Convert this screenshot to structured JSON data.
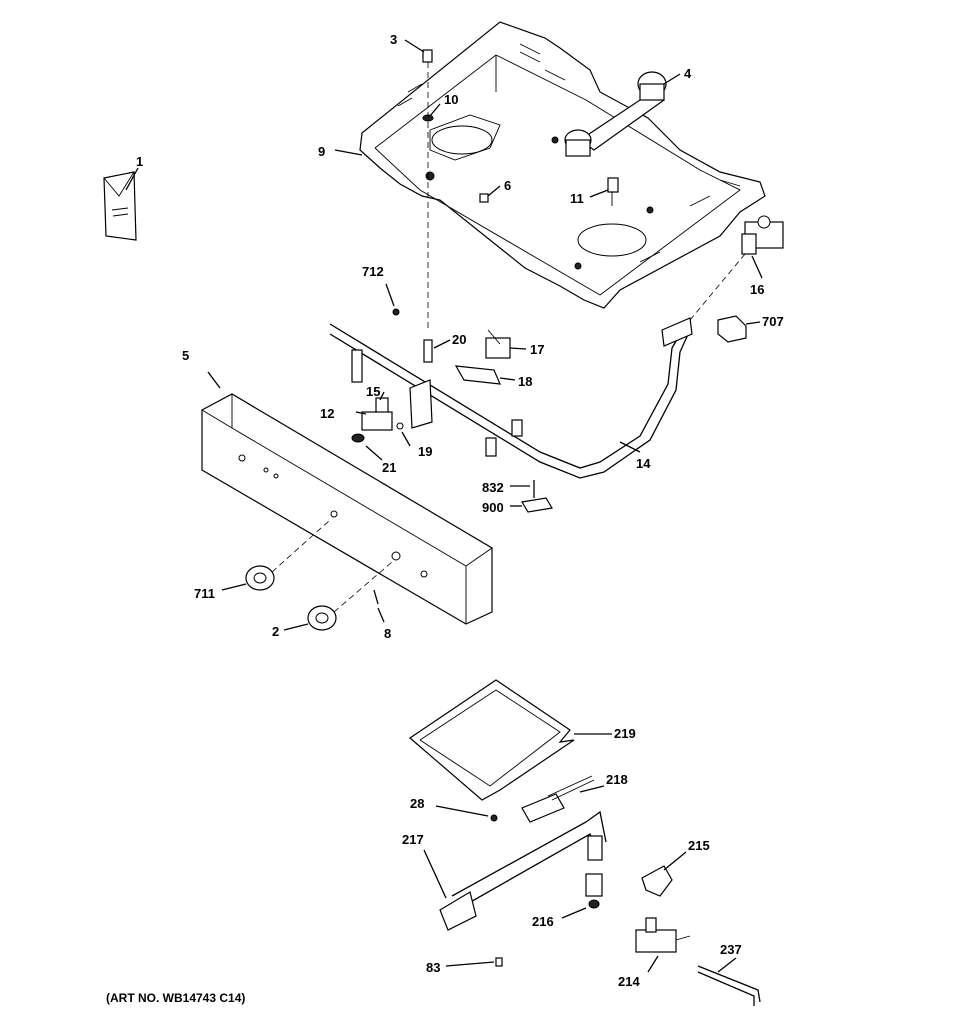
{
  "callouts": [
    {
      "id": "c1",
      "text": "1"
    },
    {
      "id": "c3",
      "text": "3"
    },
    {
      "id": "c4",
      "text": "4"
    },
    {
      "id": "c10",
      "text": "10"
    },
    {
      "id": "c9",
      "text": "9"
    },
    {
      "id": "c6",
      "text": "6"
    },
    {
      "id": "c11",
      "text": "11"
    },
    {
      "id": "c16",
      "text": "16"
    },
    {
      "id": "c712",
      "text": "712"
    },
    {
      "id": "c707",
      "text": "707"
    },
    {
      "id": "c20",
      "text": "20"
    },
    {
      "id": "c17",
      "text": "17"
    },
    {
      "id": "c5",
      "text": "5"
    },
    {
      "id": "c18",
      "text": "18"
    },
    {
      "id": "c15",
      "text": "15"
    },
    {
      "id": "c12",
      "text": "12"
    },
    {
      "id": "c19",
      "text": "19"
    },
    {
      "id": "c21",
      "text": "21"
    },
    {
      "id": "c14",
      "text": "14"
    },
    {
      "id": "c832",
      "text": "832"
    },
    {
      "id": "c900",
      "text": "900"
    },
    {
      "id": "c711",
      "text": "711"
    },
    {
      "id": "c2",
      "text": "2"
    },
    {
      "id": "c8",
      "text": "8"
    },
    {
      "id": "c219",
      "text": "219"
    },
    {
      "id": "c218",
      "text": "218"
    },
    {
      "id": "c28",
      "text": "28"
    },
    {
      "id": "c217",
      "text": "217"
    },
    {
      "id": "c215",
      "text": "215"
    },
    {
      "id": "c216",
      "text": "216"
    },
    {
      "id": "c237",
      "text": "237"
    },
    {
      "id": "c83",
      "text": "83"
    },
    {
      "id": "c214",
      "text": "214"
    }
  ],
  "art_number": "(ART NO. WB14743 C14)"
}
